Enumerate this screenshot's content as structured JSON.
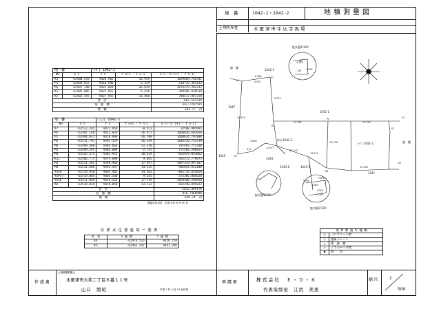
{
  "header": {
    "chiban_label": "地　番",
    "chiban_value": "1042-1・1042-2",
    "doc_title": "地積測量図",
    "location_label": "土地の所在",
    "location_value": "木更津市牛込字馬場"
  },
  "table1": {
    "title": "地　番",
    "parcel": "(イ) 1042-1",
    "headers": [
      "NO",
      "X n",
      "Y n",
      "Y n+1 - Y n-1",
      "X n・(Y n+1 - Y n-1)"
    ],
    "rows": [
      [
        "K3",
        "-62480.559",
        "9420.965",
        "-16.959",
        "1059609.782541"
      ],
      [
        "P1",
        "-62494.037",
        "9410.996",
        "-3.339",
        "218735.383132"
      ],
      [
        "M1",
        "-62507.148",
        "9422.029",
        "26.819",
        "-1676379.202212"
      ],
      [
        "K1",
        "-62485.005",
        "9437.815",
        "6.426",
        "-399566.936530"
      ],
      [
        "K2",
        "-62482.455",
        "9427.955",
        "-11.850",
        "740417.091750"
      ]
    ],
    "sum_label": "合　計",
    "sum_value": "-687.541519",
    "double_area_label": "倍　面　積",
    "double_area_value": "343.7707595",
    "area_label": "地　積",
    "area_value": "343.77",
    "area_unit": "㎡"
  },
  "table2": {
    "title": "地　番",
    "parcel": "(ロ) 1042-2",
    "headers": [
      "NO",
      "X n",
      "Y n",
      "Y n+1 - Y n-1",
      "X n・(Y n+1 - Y n-1)"
    ],
    "rows": [
      [
        "K7",
        "-62512.265",
        "9427.959",
        "-0.521",
        "32568.905695"
      ],
      [
        "M1",
        "-62507.148",
        "9422.029",
        "-16.972",
        "1060820.601056"
      ],
      [
        "P1",
        "-62494.037",
        "9410.996",
        "-26.700",
        "1668624.787800"
      ],
      [
        "M5",
        "-62511.791",
        "9395.329",
        "-26.339",
        "1646530.733730"
      ],
      [
        "M6",
        "-62499.360",
        "9384.666",
        "-11.320",
        "707492.755200"
      ],
      [
        "M5",
        "-62499.195",
        "9384.009",
        "-2.745",
        "171560.290825"
      ],
      [
        "M4",
        "-62525.375",
        "9381.921",
        "10.619",
        "-663939.041062"
      ],
      [
        "K11",
        "-62506.775",
        "9379.890",
        "9.045",
        "-565372.779875"
      ],
      [
        "M3",
        "-62531.581",
        "9390.966",
        "17.947",
        "-1097229.897107"
      ],
      [
        "M4",
        "-62531.660",
        "9391.437",
        "14.335",
        "-902854.812100"
      ],
      [
        "YG56",
        "-62519.950",
        "9405.401",
        "14.103",
        "-881716.854850"
      ],
      [
        "YGP57",
        "-62519.804",
        "9405.540",
        "9.155",
        "-572366.805620"
      ],
      [
        "YG58",
        "-62511.009",
        "9414.556",
        "17.519",
        "-1094508.298950"
      ],
      [
        "K8",
        "-62518.026",
        "9420.050",
        "13.312",
        "-832240.095022"
      ]
    ],
    "sum_label": "合　計",
    "sum_value": "-1632.499176",
    "double_area_label": "倍　面　積",
    "double_area_value": "816.7460980",
    "area_label": "地　積",
    "area_value": "816.74",
    "area_unit": "㎡"
  },
  "survey_note": "測量の年月日　平成 6 年 6 月 30 日",
  "ref_table": {
    "title": "引 照 点 位 置 座 標 一 覧 表",
    "headers": [
      "点　名",
      "X 座 標",
      "Y 座 標"
    ],
    "rows": [
      [
        "K4",
        "-62478.516",
        "9426.758"
      ],
      [
        "K5",
        "-62465.347",
        "9441.296"
      ]
    ]
  },
  "legend": {
    "title": "境 界 標 識 の 種 類",
    "rows": [
      {
        "symbol": "□",
        "label": "コンクリート杭"
      },
      {
        "symbol": "○",
        "label": "金属プレート"
      },
      {
        "symbol": "△",
        "label": "金　属　標"
      },
      {
        "symbol": "◎",
        "label": "プラスチック杭"
      },
      {
        "symbol": "●",
        "label": "刻　　印"
      }
    ]
  },
  "drawing": {
    "road_label": "道　路",
    "road_label_right": "道　路",
    "detail_label": "拡大図1/100",
    "parcel_labels": {
      "p1042_1a": "1042-1",
      "p1051_1": "1051-1",
      "p1047": "1047",
      "p1042_2": "(ロ) 1042-2",
      "p1042_1b": "(イ) 1042-1",
      "p1045": "1045",
      "p1044": "1044",
      "p1043_2": "1043-2",
      "p1043_1": "1043-1",
      "p1041": "1041"
    },
    "distances": {
      "d1": "21.561",
      "d2": "11.515",
      "d3": "16.076",
      "d4": "25.335",
      "d5": "13.574",
      "d6": "16.172",
      "d7": "12.377",
      "d8": "24.924",
      "d9": "5.834",
      "d10": "9.933",
      "d11": "9.975",
      "d12": "6.584",
      "d13": "3.313",
      "d14": "2.024",
      "d15": "3.080",
      "d16": "5.455"
    },
    "points": {
      "k1": "K1",
      "k2": "K2",
      "k3": "K3",
      "k4": "K4",
      "k5": "K5",
      "k7": "K7",
      "k8": "K8",
      "k11": "K11",
      "p1": "P1",
      "m1": "M1",
      "m4": "M4",
      "m5": "M5",
      "m6": "M6",
      "yg56": "YG56",
      "ygp57": "YGP57",
      "yg58": "YG58"
    }
  },
  "footer": {
    "note": "土地家屋調査士",
    "preparer_label": "作 成 者",
    "preparer_address": "木更津市大和二丁目６番１１号",
    "preparer_name": "山口　開昭",
    "prepared_date": "平成 7 年 3 月 16 日作成",
    "applicant_label": "申 請 者",
    "applicant_company": "株式会社　Ｅ・Ｄ・Ｋ",
    "applicant_rep": "代表取締役　江尻　美恵",
    "scale_label": "縮 尺",
    "scale_numerator": "1",
    "scale_denominator": "500"
  }
}
